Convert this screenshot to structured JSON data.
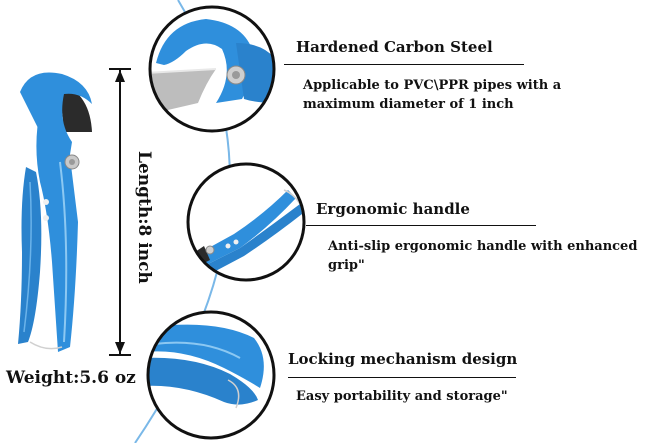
{
  "product": {
    "length_label": "Length:8 inch",
    "weight_label": "Weight:5.6 oz",
    "accent_color": "#2f8fdc",
    "arc_color": "#7ab8e8"
  },
  "features": [
    {
      "title": "Hardened Carbon Steel",
      "description": "Applicable to PVC\\PPR pipes with a maximum diameter of 1 inch",
      "detail_icon": "blade-closeup-icon"
    },
    {
      "title": "Ergonomic handle",
      "description": "Anti-slip ergonomic handle with enhanced grip\"",
      "detail_icon": "handle-closeup-icon"
    },
    {
      "title": "Locking mechanism design",
      "description": "Easy portability and storage\"",
      "detail_icon": "lock-closeup-icon"
    }
  ]
}
